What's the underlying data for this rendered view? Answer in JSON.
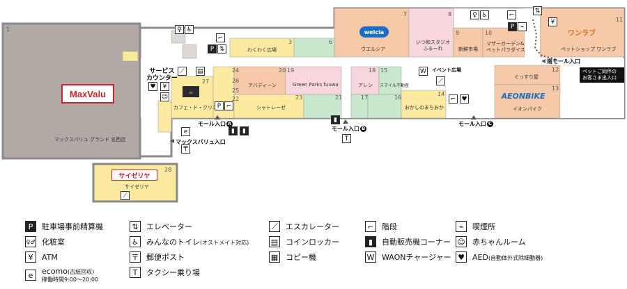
{
  "areas": {
    "maxvalu": {
      "number": "1",
      "name": "マックスバリュ グランド 名西店",
      "logo": "MaxValu",
      "small_tag": "",
      "small_tag2": ""
    },
    "saizeriya": {
      "number": "28",
      "name": "サイゼリヤ",
      "logo": "サイゼリヤ"
    },
    "cafe": {
      "number": "27",
      "name": "カフェ・ド・クリエ"
    },
    "shimura": {
      "number": "24",
      "name": "シャトレーゼ"
    },
    "abadin": {
      "number": "20",
      "name": "アバディーン"
    },
    "greenparks": {
      "number": "19",
      "name": "Green Parks fuuwa"
    },
    "wakuwaku": {
      "number": "3",
      "name": "わくわく広場"
    },
    "komeda": {
      "number": "6",
      "name": ""
    },
    "welcia": {
      "number": "7",
      "name": "ウエルシア",
      "logo": "welcia"
    },
    "itsumo": {
      "number": "8",
      "name": "いつ和スタジオ\nふるーれ"
    },
    "shintenichiba": {
      "number": "9",
      "name": "新鮮市場"
    },
    "mother": {
      "number": "10",
      "name": "マザーガーデン&\nペットパラダイス"
    },
    "wanlove": {
      "number": "11",
      "name": "ペットショップ ワンラブ",
      "logo": "ワンラブ"
    },
    "arem": {
      "number": "18",
      "name": "アレン"
    },
    "smile": {
      "number": "15",
      "name": "スマイル不動産"
    },
    "okashi": {
      "number": "14",
      "name": "おかしのまちおか"
    },
    "yakkyoku": {
      "number": "12",
      "name": "ぐっすり屋"
    },
    "aeonbike": {
      "number": "13",
      "name": "イオンバイク",
      "logo": "AEONBIKE"
    },
    "n23": {
      "number": "23"
    },
    "n21": {
      "number": "21"
    },
    "n17": {
      "number": "17"
    },
    "n16": {
      "number": "16"
    },
    "n26": {
      "number": "26"
    },
    "n25": {
      "number": "25"
    },
    "n22": {
      "number": "22"
    }
  },
  "labels": {
    "service_counter": "サービス\nカウンター",
    "event_hall": "イベント広場",
    "pet_entrance": "ペットご同伴の\nお客さま出入口",
    "mall_entry_a": "モール入口",
    "mall_entry_b": "モール入口",
    "mall_entry_c": "モール入口",
    "south_entry": "南モール入口",
    "maxvalu_entry": "マックスバリュ入口",
    "letter_a": "A",
    "letter_b": "B",
    "letter_c": "C"
  },
  "legend": [
    {
      "icon": "parking-payment-icon",
      "glyph": "P",
      "dark": true,
      "label": "駐車場事前精算機"
    },
    {
      "icon": "restroom-icon",
      "glyph": "♀♂",
      "dark": false,
      "label": "化粧室"
    },
    {
      "icon": "atm-icon",
      "glyph": "¥",
      "dark": false,
      "label": "ATM"
    },
    {
      "icon": "ecomo-icon",
      "glyph": "e",
      "dark": false,
      "label": "ecomo",
      "label_suffix": "(古紙回収)",
      "sub": "稼働時間9:00～20:00"
    },
    {
      "icon": "elevator-icon",
      "glyph": "⇅",
      "dark": false,
      "label": "エレベーター"
    },
    {
      "icon": "accessible-toilet-icon",
      "glyph": "♿",
      "dark": false,
      "label": "みんなのトイレ",
      "label_suffix": "(オストメイト対応)"
    },
    {
      "icon": "postbox-icon",
      "glyph": "〒",
      "dark": false,
      "label": "郵便ポスト"
    },
    {
      "icon": "taxi-icon",
      "glyph": "T",
      "dark": false,
      "label": "タクシー乗り場"
    },
    {
      "icon": "escalator-icon",
      "glyph": "⟋",
      "dark": false,
      "label": "エスカレーター"
    },
    {
      "icon": "coin-locker-icon",
      "glyph": "▤",
      "dark": false,
      "label": "コインロッカー"
    },
    {
      "icon": "copier-icon",
      "glyph": "▦",
      "dark": false,
      "label": "コピー機"
    },
    {
      "icon": "stairs-icon",
      "glyph": "⌐",
      "dark": false,
      "label": "階段"
    },
    {
      "icon": "vending-machine-icon",
      "glyph": "▮",
      "dark": true,
      "label": "自動販売機コーナー"
    },
    {
      "icon": "waon-charger-icon",
      "glyph": "W",
      "dark": false,
      "label": "WAONチャージャー"
    },
    {
      "icon": "smoking-room-icon",
      "glyph": "⌁",
      "dark": false,
      "label": "喫煙所"
    },
    {
      "icon": "baby-room-icon",
      "glyph": "☺",
      "dark": false,
      "label": "赤ちゃんルーム"
    },
    {
      "icon": "aed-icon",
      "glyph": "♥",
      "dark": false,
      "label": "AED",
      "label_suffix": "(自動体外式除細動器)"
    }
  ],
  "colors": {
    "maxvalu_fill": "#b3a9a4",
    "orange_fill": "#f6c9a8",
    "yellow_fill": "#fbeaa0",
    "pink_fill": "#f8d6de",
    "green_fill": "#c9e9cf",
    "grey_fill": "#ddd8d4",
    "wall": "#8a8a8a"
  }
}
